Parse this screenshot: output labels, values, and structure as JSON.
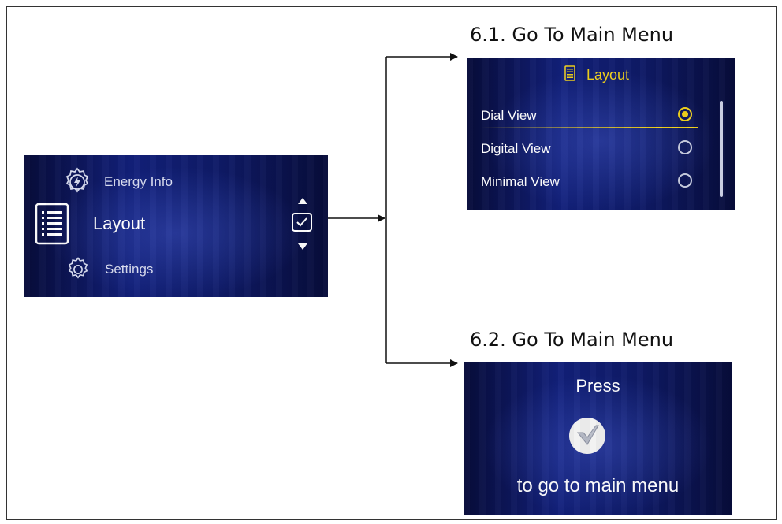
{
  "captions": {
    "layout_path": "6.1. Go To Main Menu",
    "press_path": "6.2. Go To Main Menu"
  },
  "main_menu": {
    "items": [
      {
        "label": "Energy Info",
        "icon": "energy-gear-icon"
      },
      {
        "label": "Layout",
        "icon": "layout-list-icon",
        "selected": true
      },
      {
        "label": "Settings",
        "icon": "gear-icon"
      }
    ],
    "controls": {
      "up": "up-arrow-icon",
      "confirm": "check-box-icon",
      "down": "down-arrow-icon"
    }
  },
  "layout_screen": {
    "title": "Layout",
    "title_icon": "layout-list-icon",
    "options": [
      {
        "label": "Dial View",
        "selected": true
      },
      {
        "label": "Digital View",
        "selected": false
      },
      {
        "label": "Minimal View",
        "selected": false
      }
    ]
  },
  "press_screen": {
    "line1": "Press",
    "icon": "check-circle-icon",
    "line2": "to go to main menu"
  },
  "colors": {
    "screen_bg": "#12207a",
    "accent_yellow": "#f2d21c",
    "text_white": "#ffffff",
    "connector": "#111111"
  }
}
